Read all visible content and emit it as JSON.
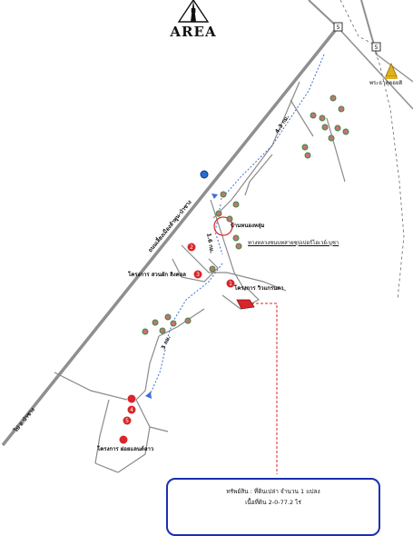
{
  "logo": {
    "north_letter": "N",
    "text": "AREA"
  },
  "roads": {
    "highway_label": "ถนนเลี่ยงเมืองลำพูน-ป่าซาง",
    "toward_label": "ไป อ.ป่าซาง",
    "highway_number": "5"
  },
  "distances": {
    "d1": "4.3 กม.",
    "d2": "1.6 กม.",
    "d3": "3 กม."
  },
  "places": {
    "village": "บ้านหนองหลุ่ม",
    "temple_route": "ทางหลวงชนบทสายซุปเปอร์ไฮเวย์-บูชา",
    "project_main": "โครงการ วิวแกรนดา",
    "project_2": "โครงการ สวนผัก ลิงคอล",
    "project_3": "โครงการ ฝอยแลนด์ลาว",
    "temple": "พระธาตุดอยติ"
  },
  "markers": {
    "m1": "1",
    "m2": "2",
    "m3": "3",
    "m4": "4",
    "m5": "5"
  },
  "info": {
    "line1": "ทรัพย์สิน : ที่ดินเปล่า จำนวน 1 แปลง",
    "line2": "เนื้อที่ดิน 2-0-77.2 ไร่"
  },
  "colors": {
    "road": "#8a8a8a",
    "route": "#3b6fd6",
    "target": "#d8262a",
    "box_border": "#1a2fb0"
  }
}
